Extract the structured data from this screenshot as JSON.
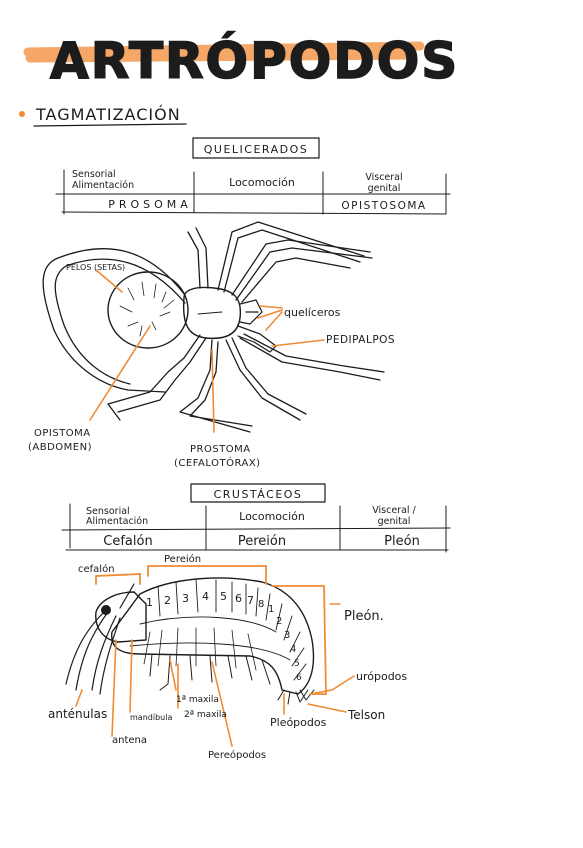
{
  "title": "ARTRÓPODOS",
  "section": "TAGMATIZACIÓN",
  "accent_color": "#f08a33",
  "ink_color": "#1c1c1c",
  "queliceros_table": {
    "header": "QUELICERADOS",
    "columns": [
      "Sensorial Alimentación",
      "Locomoción",
      "Visceral genital"
    ],
    "tagmas": [
      "PROSOMA",
      "OPISTOSOMA"
    ]
  },
  "spider_labels": {
    "pelos": "PELOS (SETAS)",
    "queliceros": "quelíceros",
    "pedipalpos": "PEDIPALPOS",
    "opistoma_1": "OPISTOMA",
    "opistoma_2": "(ABDOMEN)",
    "prostoma_1": "PROSTOMA",
    "prostoma_2": "(CEFALOTÓRAX)"
  },
  "crustaceos_table": {
    "header": "CRUSTÁCEOS",
    "columns": [
      "Sensorial Alimentación",
      "Locomoción",
      "Visceral / genital"
    ],
    "tagmas": [
      "Cefalón",
      "Pereión",
      "Pleón"
    ]
  },
  "crustacean_labels": {
    "cefalon": "cefalón",
    "pereion": "Pereión",
    "pleon": "Pleón.",
    "urópodos": "urópodos",
    "telson": "Telson",
    "pleopodos": "Pleópodos",
    "pereopodos": "Pereópodos",
    "maxila1": "1ª maxila",
    "maxila2": "2ª maxila",
    "mandibula": "mandíbula",
    "antena": "antena",
    "antenulas": "anténulas",
    "segments": [
      "1",
      "2",
      "3",
      "4",
      "5",
      "6",
      "7",
      "8",
      "1",
      "2",
      "3",
      "4",
      "5",
      "6"
    ]
  }
}
